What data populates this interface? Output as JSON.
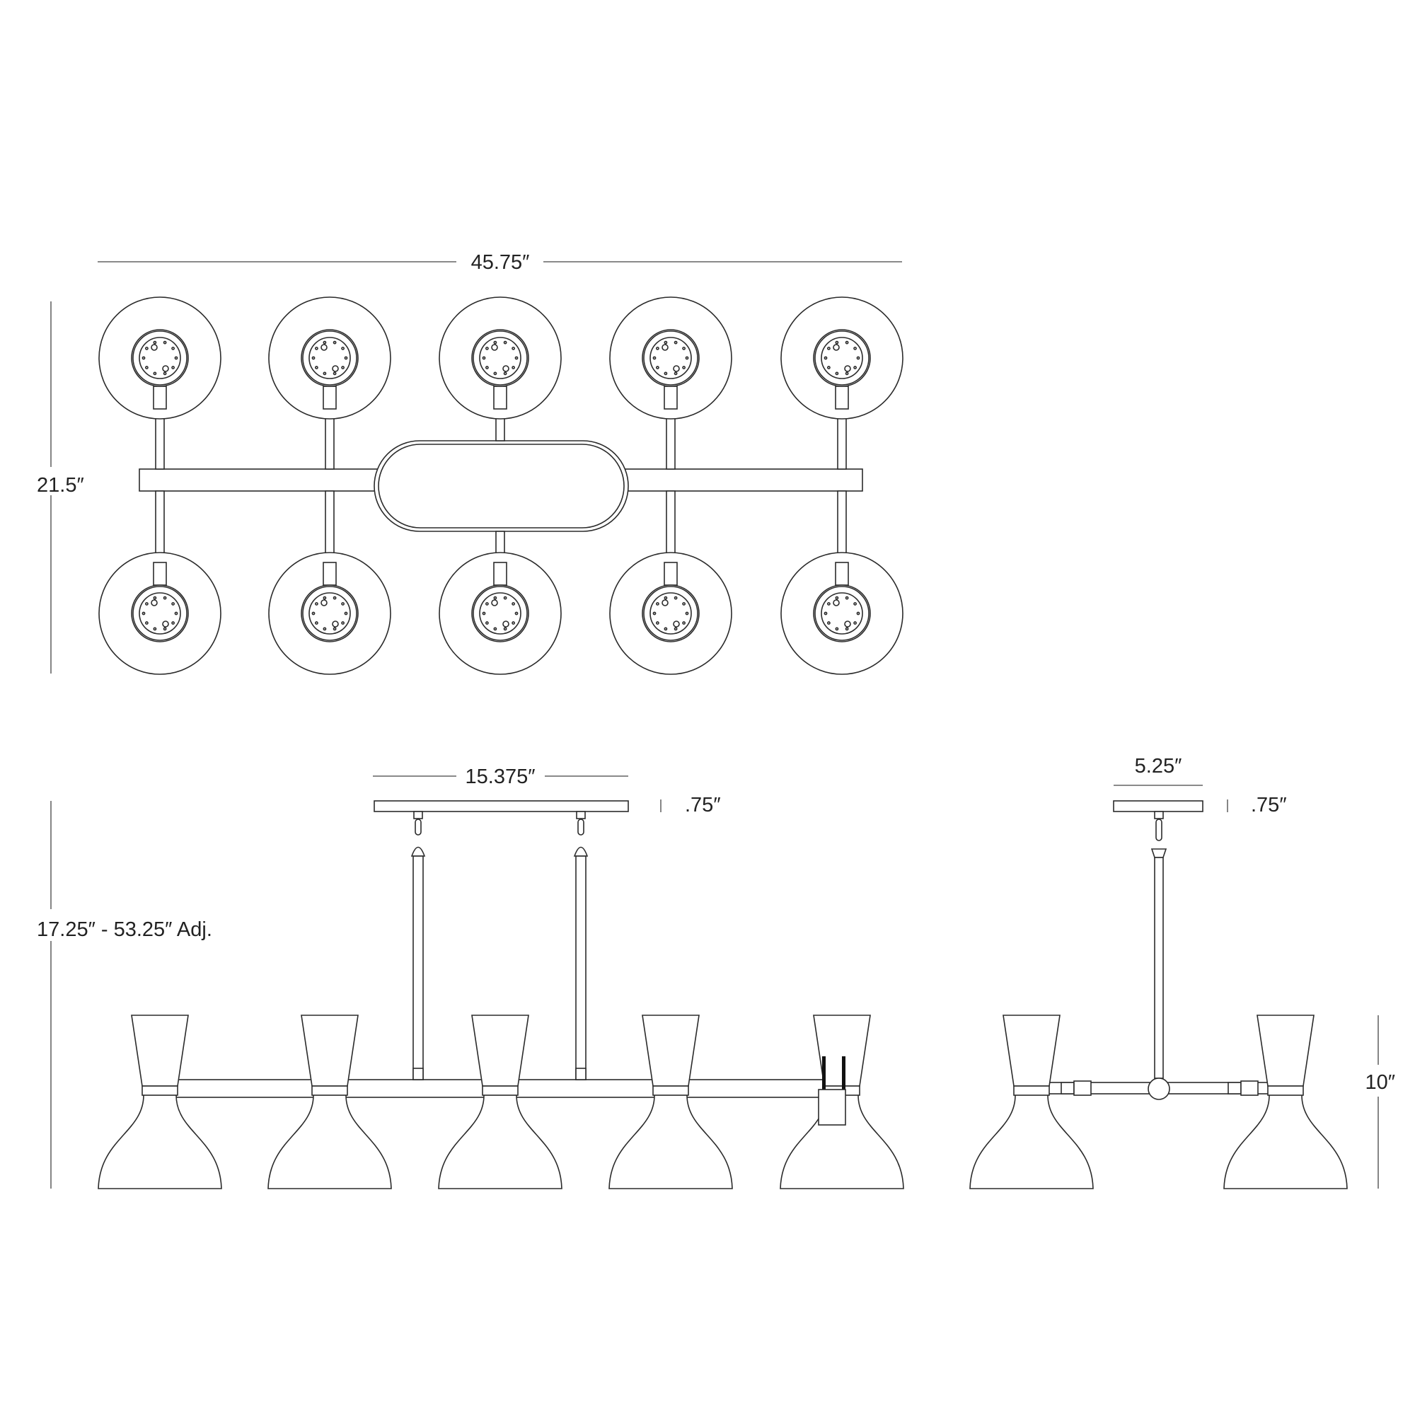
{
  "dimensions": {
    "overall_width": "45.75″",
    "overall_depth": "21.5″",
    "canopy_length": "15.375″",
    "canopy_height_front": ".75″",
    "overall_height_range": "17.25″ - 53.25″ Adj.",
    "canopy_width": "5.25″",
    "canopy_height_side": ".75″",
    "shade_height": "10″"
  },
  "views": {
    "top_view_shades": 10,
    "front_view_shades": 5,
    "side_view_shades": 2
  },
  "colors": {
    "line": "#2b2b2b",
    "background": "#ffffff"
  }
}
